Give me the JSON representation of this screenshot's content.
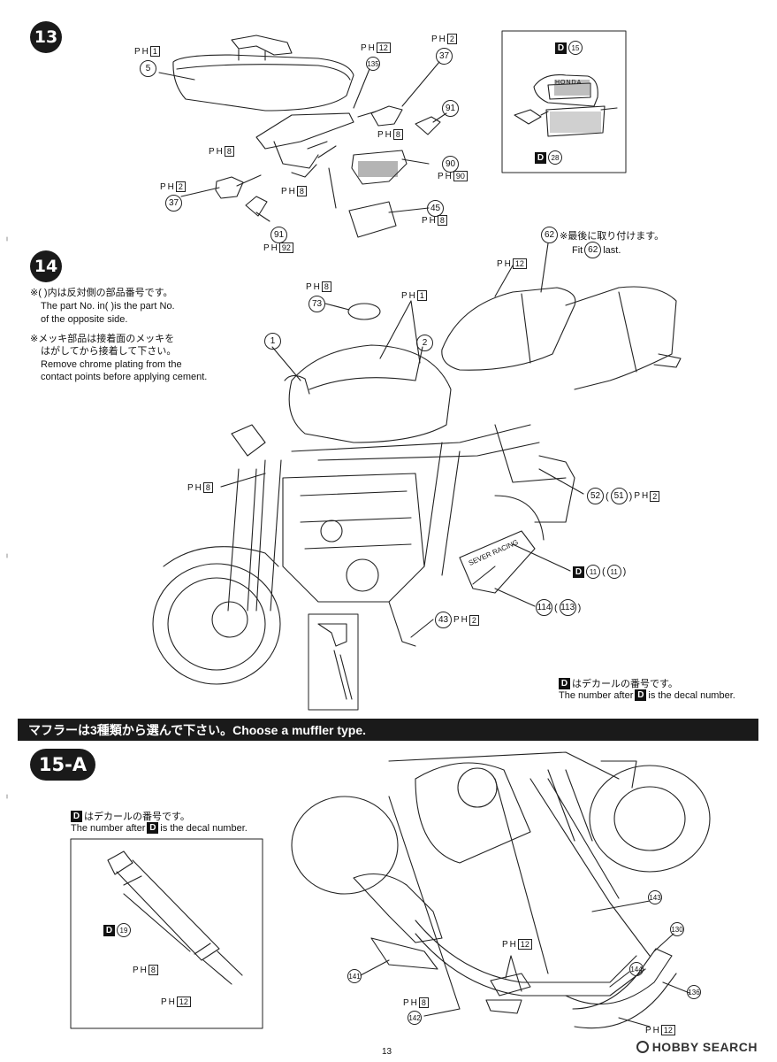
{
  "steps": {
    "s13": "13",
    "s14": "14",
    "s15a": "15-A"
  },
  "parts13": {
    "p5": "5",
    "ph_p5": "1",
    "p135": "135",
    "ph_p135": "12",
    "p37a": "37",
    "ph_p37a": "2",
    "p91a": "91",
    "ph_p91a": "8",
    "p90": "90",
    "ph_p90": "90",
    "p37b": "37",
    "ph_p37b": "2",
    "ph_p37b_up": "8",
    "p91b": "91",
    "ph_p91b": "92",
    "p45": "45",
    "ph_p45": "8",
    "ph_mid": "8",
    "d15": "15",
    "d28": "28",
    "honda": "HONDA"
  },
  "notes14": {
    "paren_jp": "※(  )内は反対側の部品番号です。",
    "paren_en1": "The part No. in(   )is the part No.",
    "paren_en2": "of the opposite side.",
    "chrome_jp1": "※メッキ部品は接着面のメッキを",
    "chrome_jp2": "はがしてから接着して下さい。",
    "chrome_en1": "Remove chrome plating from the",
    "chrome_en2": "contact points before applying cement.",
    "last_jp": "※最後に取り付けます。",
    "last_en_pre": "Fit",
    "last_en_post": "last.",
    "decal_jp": "はデカールの番号です。",
    "decal_en_pre": "The number after",
    "decal_en_post": "is the decal number."
  },
  "parts14": {
    "p73": "73",
    "ph_p73": "8",
    "p1": "1",
    "ph_p1": "1",
    "p2": "2",
    "p62": "62",
    "ph_p62": "12",
    "p52": "52",
    "p51": "51",
    "ph_p52": "2",
    "ph_left": "8",
    "d11": "11",
    "d11b": "11",
    "p114": "114",
    "p113": "113",
    "p43": "43",
    "ph_p43": "2",
    "racing": "SEVER RACING"
  },
  "banner": "マフラーは3種類から選んで下さい。Choose a muffler type.",
  "notes15": {
    "decal_jp": "はデカールの番号です。",
    "decal_en_pre": "The number after",
    "decal_en_post": "is the decal number."
  },
  "parts15": {
    "d19": "19",
    "ph_d19": "8",
    "ph_low": "12",
    "p143": "143",
    "p130": "130",
    "p136": "136",
    "p144": "144",
    "ph_mid": "12",
    "ph_low2": "12",
    "p141": "141",
    "p142": "142",
    "ph_p142": "8"
  },
  "page_number": "13",
  "watermark": "HOBBY SEARCH",
  "d_letter": "D",
  "ph_label": "P",
  "ph_sub": "H"
}
